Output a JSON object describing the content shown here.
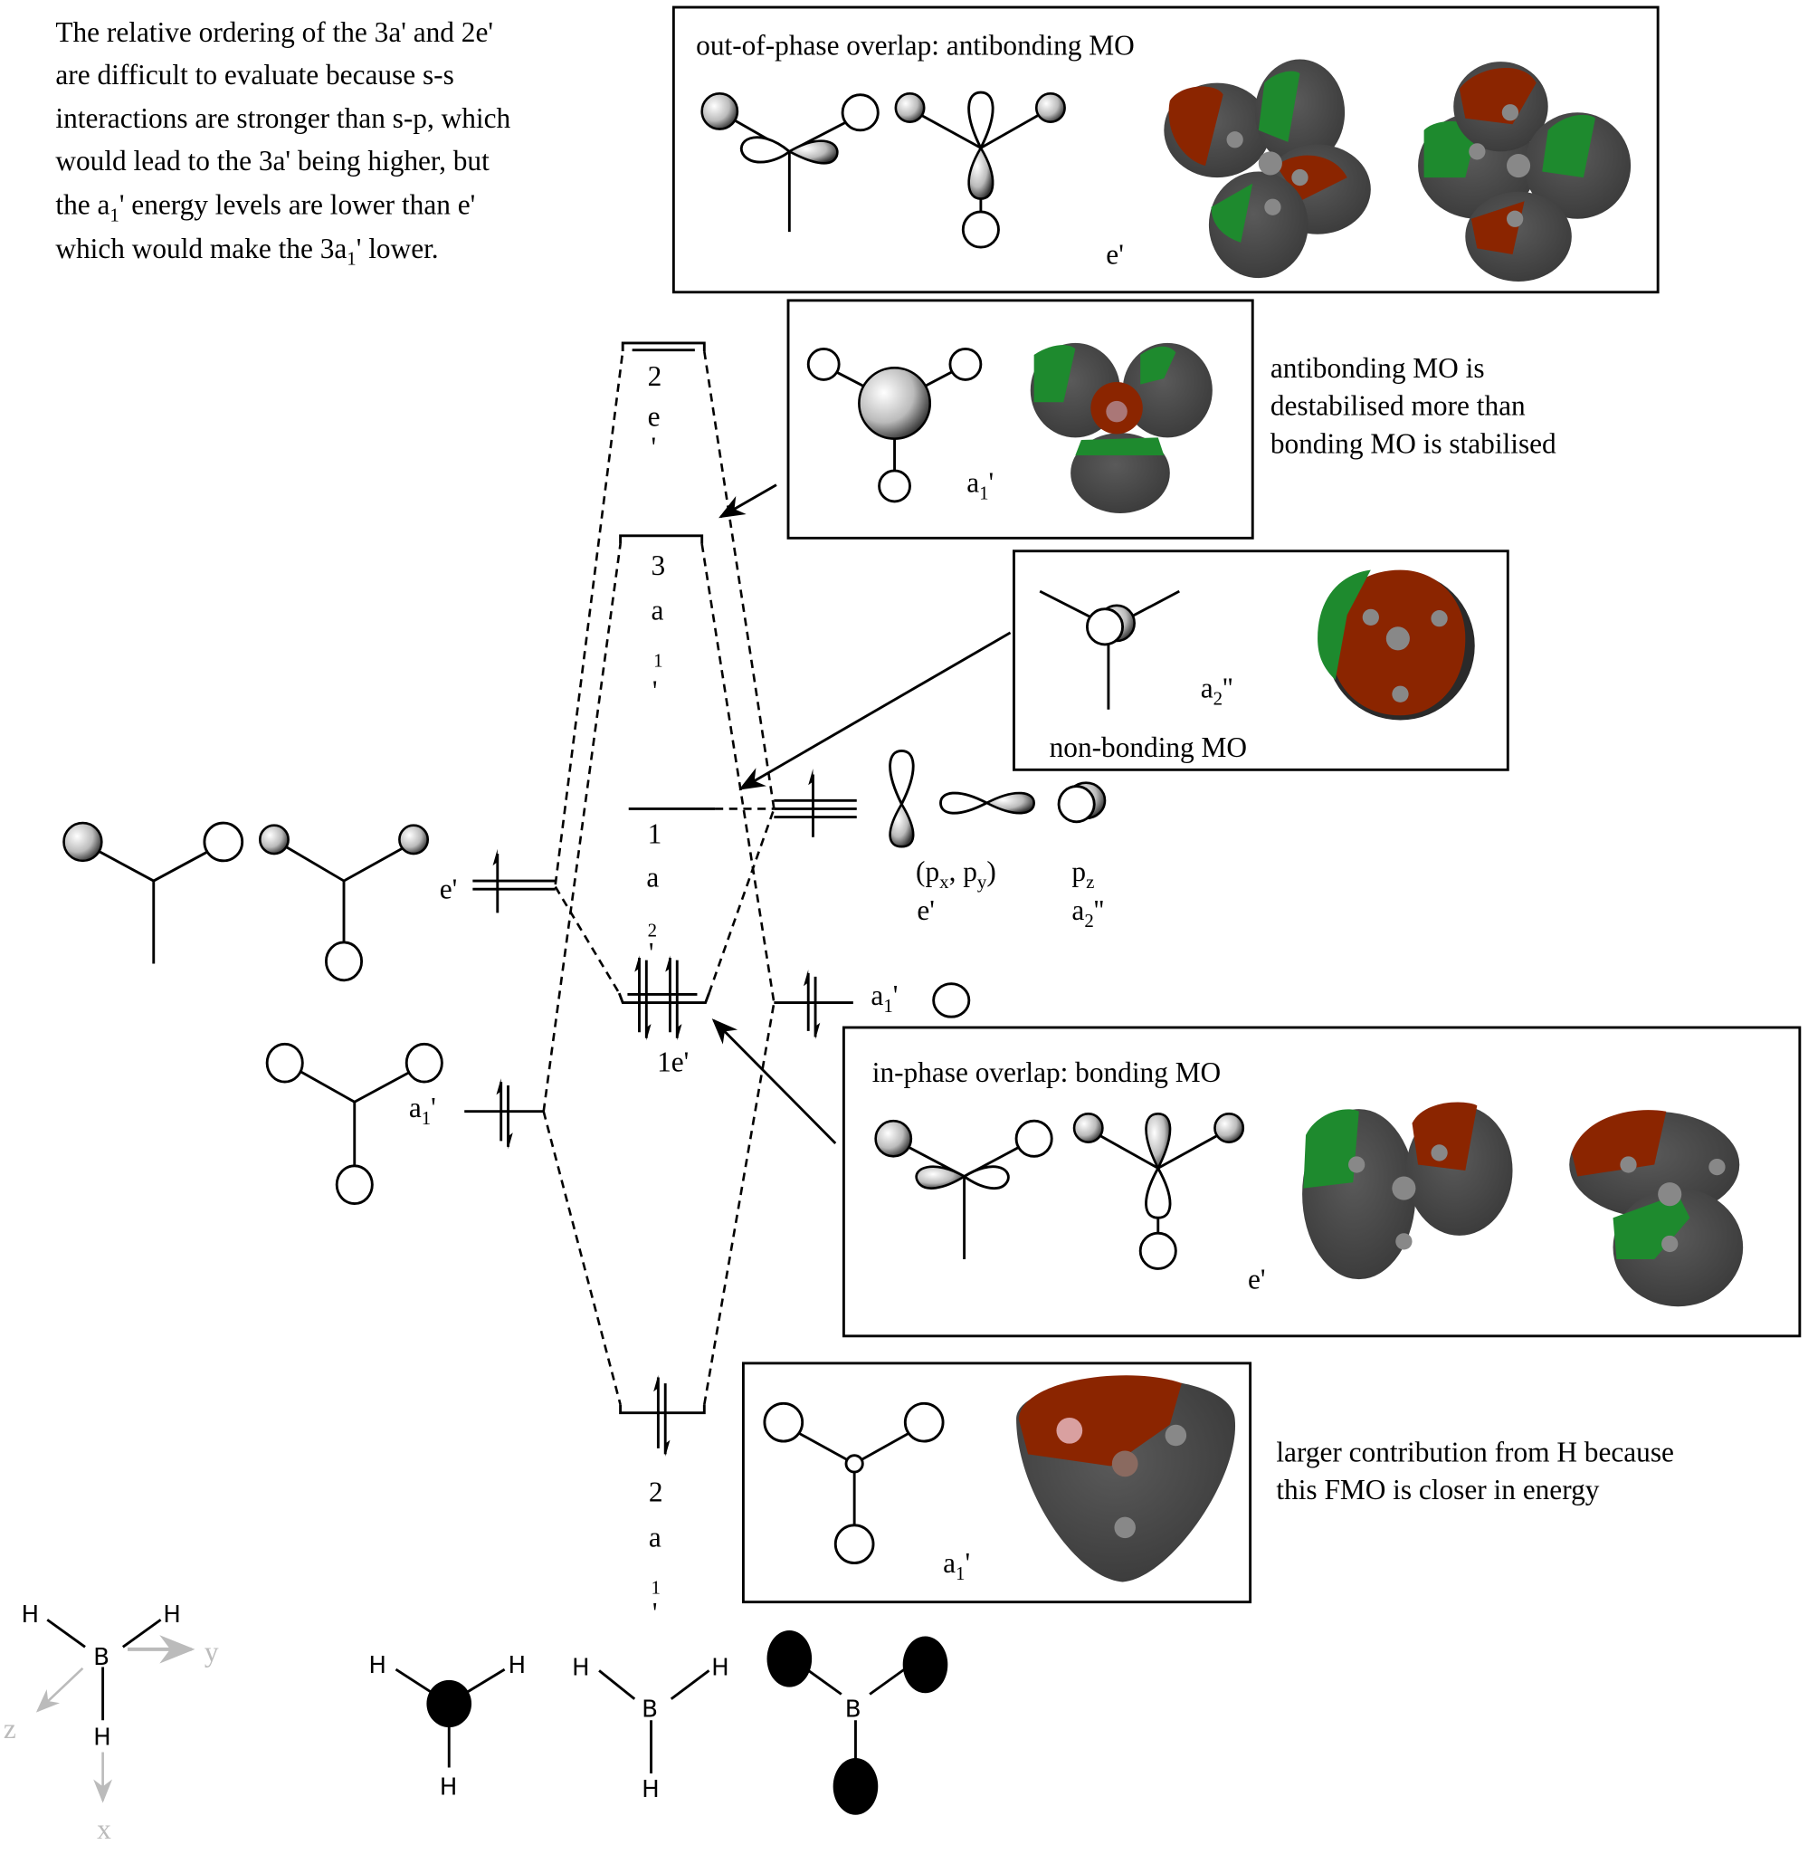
{
  "note": {
    "lines": [
      [
        "The relative ordering of the 3a' and 2e'"
      ],
      [
        "are difficult to evaluate because s-s"
      ],
      [
        "interactions are stronger than s-p, which"
      ],
      [
        "would lead to the 3a' being higher, but"
      ],
      [
        "the a",
        "1",
        "' energy levels are lower than e'"
      ],
      [
        "which would make the 3a",
        "1",
        "' lower."
      ]
    ]
  },
  "boxes": {
    "antibonding_e": {
      "title": "out-of-phase overlap: antibonding MO",
      "label": "e'"
    },
    "antibonding_a1": {
      "label": {
        "base": "a",
        "sub": "1",
        "suffix": "'"
      },
      "caption": [
        "antibonding MO is",
        "destabilised more than",
        "bonding MO is stabilised"
      ]
    },
    "nonbonding": {
      "label": {
        "base": "a",
        "sub": "2",
        "suffix": "''"
      },
      "title": "non-bonding MO"
    },
    "bonding_e": {
      "title": "in-phase overlap: bonding MO",
      "label": "e'"
    },
    "bonding_a1": {
      "label": {
        "base": "a",
        "sub": "1",
        "suffix": "'"
      },
      "caption": [
        "larger contribution from H because",
        "this FMO is closer in energy"
      ]
    }
  },
  "levels": {
    "2e": [
      "2",
      "e",
      "'"
    ],
    "3a1": [
      "3",
      "a",
      "1",
      "'"
    ],
    "1a2": [
      "1",
      "a",
      "2",
      "'"
    ],
    "1e": "1e'",
    "2a1": [
      "2",
      "a",
      "1",
      "'"
    ]
  },
  "h3_fragment": {
    "e_label": "e'",
    "a1_label": {
      "base": "a",
      "sub": "1",
      "suffix": "'"
    }
  },
  "boron_ao": {
    "pxpy_label": {
      "open": "(p",
      "sub1": "x",
      "mid": ", p",
      "sub2": "y",
      "close": ")"
    },
    "pxpy_sym": "e'",
    "pz_label": {
      "base": "p",
      "sub": "z"
    },
    "pz_sym": {
      "base": "a",
      "sub": "2",
      "suffix": "''"
    },
    "s_label": {
      "base": "a",
      "sub": "1",
      "suffix": "'"
    }
  },
  "axes": {
    "atoms": [
      "H",
      "H",
      "B",
      "H"
    ],
    "x": "x",
    "y": "y",
    "z": "z"
  },
  "bottom_structures": {
    "h3": [
      "H",
      "H",
      "H"
    ],
    "bh3": [
      "H",
      "H",
      "B",
      "H"
    ],
    "b": "B"
  },
  "colors": {
    "lobe_red": "#8b2500",
    "lobe_green": "#1e8a2e",
    "surface": "#4a4a4a"
  }
}
